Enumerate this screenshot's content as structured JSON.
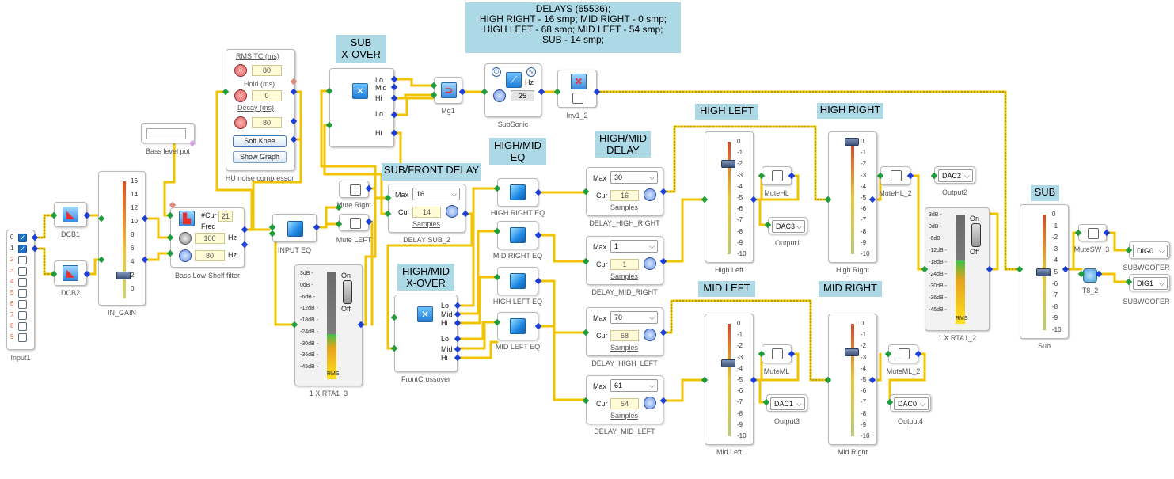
{
  "comments": {
    "delays": [
      "DELAYS (65536);",
      "HIGH RIGHT - 16 smp; MID RIGHT - 0 smp;",
      "HIGH LEFT - 68 smp; MID LEFT - 54 smp;",
      "SUB - 14 smp;"
    ],
    "sub_xover": [
      "SUB",
      "X-OVER"
    ],
    "sub_front_delay": "SUB/FRONT DELAY",
    "high_mid_eq": [
      "HIGH/MID",
      "EQ"
    ],
    "high_mid_delay": [
      "HIGH/MID",
      "DELAY"
    ],
    "high_mid_xover": [
      "HIGH/MID",
      "X-OVER"
    ],
    "high_left": "HIGH LEFT",
    "high_right": "HIGH RIGHT",
    "mid_left": "MID LEFT",
    "mid_right": "MID RIGHT",
    "sub": "SUB"
  },
  "input1": {
    "label": "Input1",
    "channels": [
      "0",
      "1",
      "2",
      "3",
      "4",
      "5",
      "6",
      "7",
      "8",
      "9"
    ],
    "checked": [
      true,
      true,
      false,
      false,
      false,
      false,
      false,
      false,
      false,
      false
    ]
  },
  "dcb1": {
    "label": "DCB1"
  },
  "dcb2": {
    "label": "DCB2"
  },
  "in_gain": {
    "label": "IN_GAIN",
    "ticks": [
      "16",
      "14",
      "12",
      "10",
      "8",
      "6",
      "4",
      "2",
      "0"
    ],
    "value": 2
  },
  "bass_level_pot": {
    "label": "Bass level pot",
    "value": ""
  },
  "bass_shelf": {
    "label": "Bass Low-Shelf filter",
    "cur_label": "#Cur",
    "cur_value": "21",
    "freq_label": "Freq",
    "freq_value": "100",
    "hz": "Hz",
    "gain_value": "80"
  },
  "compressor": {
    "label": "HU noise compressor",
    "rms_tc": "RMS TC (ms)",
    "rms_value": "80",
    "hold": "Hold (ms)",
    "hold_value": "0",
    "decay": "Decay (ms)",
    "decay_value": "80",
    "soft_knee": "Soft Knee",
    "show_graph": "Show Graph"
  },
  "sub_xover": {
    "label": "",
    "outputs": [
      "Lo",
      "Mid",
      "Hi",
      "Lo",
      "Hi"
    ]
  },
  "mg1": {
    "label": "Mg1"
  },
  "subsonic": {
    "label": "SubSonic",
    "hz": "Hz",
    "value": "25"
  },
  "inv1": {
    "label": "Inv1_2"
  },
  "input_eq": {
    "label": "INPUT EQ"
  },
  "mute_right": {
    "label": "Mute Right"
  },
  "mute_left": {
    "label": "Mute LEFT"
  },
  "rta1_3": {
    "label": "1 X RTA1_3",
    "scale": [
      "3dB -",
      "0dB -",
      "-6dB -",
      "-12dB -",
      "-18dB -",
      "-24dB -",
      "-30dB -",
      "-36dB -",
      "-45dB -"
    ],
    "on": "On",
    "off": "Off",
    "rms": "RMS",
    "level": 0.42
  },
  "delay_sub": {
    "label": "DELAY SUB_2",
    "max_label": "Max",
    "max_value": "16",
    "cur_label": "Cur",
    "cur_value": "14",
    "samples": "Samples"
  },
  "front_crossover": {
    "label": "FrontCrossover",
    "outputs": [
      "Lo",
      "Mid",
      "Hi",
      "Lo",
      "Mid",
      "Hi"
    ]
  },
  "eqs": [
    {
      "label": "HIGH RIGHT EQ"
    },
    {
      "label": "MID RIGHT EQ"
    },
    {
      "label": "HIGH LEFT EQ"
    },
    {
      "label": "MID LEFT EQ"
    }
  ],
  "delays": [
    {
      "label": "DELAY_HIGH_RIGHT",
      "max_value": "30",
      "cur_value": "16"
    },
    {
      "label": "DELAY_MID_RIGHT",
      "max_value": "1",
      "cur_value": "1"
    },
    {
      "label": "DELAY_HIGH_LEFT",
      "max_value": "70",
      "cur_value": "68"
    },
    {
      "label": "DELAY_MID_LEFT",
      "max_value": "61",
      "cur_value": "54"
    }
  ],
  "delay_common": {
    "max_label": "Max",
    "cur_label": "Cur",
    "samples": "Samples"
  },
  "faders": [
    {
      "label": "High Left",
      "value": -2
    },
    {
      "label": "High Right",
      "value": 0
    },
    {
      "label": "Mid Left",
      "value": -3.5
    },
    {
      "label": "Mid Right",
      "value": -2.5
    },
    {
      "label": "Sub",
      "value": -5
    }
  ],
  "fader_ticks": [
    "0",
    "-1",
    "-2",
    "-3",
    "-4",
    "-5",
    "-6",
    "-7",
    "-8",
    "-9",
    "-10"
  ],
  "mutes": {
    "hl": "MuteHL",
    "hl2": "MuteHL_2",
    "ml": "MuteML",
    "ml2": "MuteML_2",
    "sw3": "MuteSW_3"
  },
  "outputs": {
    "output1": {
      "label": "Output1",
      "value": "DAC3"
    },
    "output2": {
      "label": "Output2",
      "value": "DAC2"
    },
    "output3": {
      "label": "Output3",
      "value": "DAC1"
    },
    "output4": {
      "label": "Output4",
      "value": "DAC0"
    },
    "sub0": {
      "label": "SUBWOOFER",
      "value": "DIG0"
    },
    "sub1": {
      "label": "SUBWOOFER",
      "value": "DIG1"
    }
  },
  "rta1_2": {
    "label": "1 X RTA1_2",
    "scale": [
      "3dB -",
      "0dB -",
      "-6dB -",
      "-12dB -",
      "-18dB -",
      "-24dB -",
      "-30dB -",
      "-36dB -",
      "-45dB -"
    ],
    "on": "On",
    "off": "Off",
    "rms": "RMS",
    "level": 0.58
  },
  "t8_2": {
    "label": "T8_2"
  }
}
